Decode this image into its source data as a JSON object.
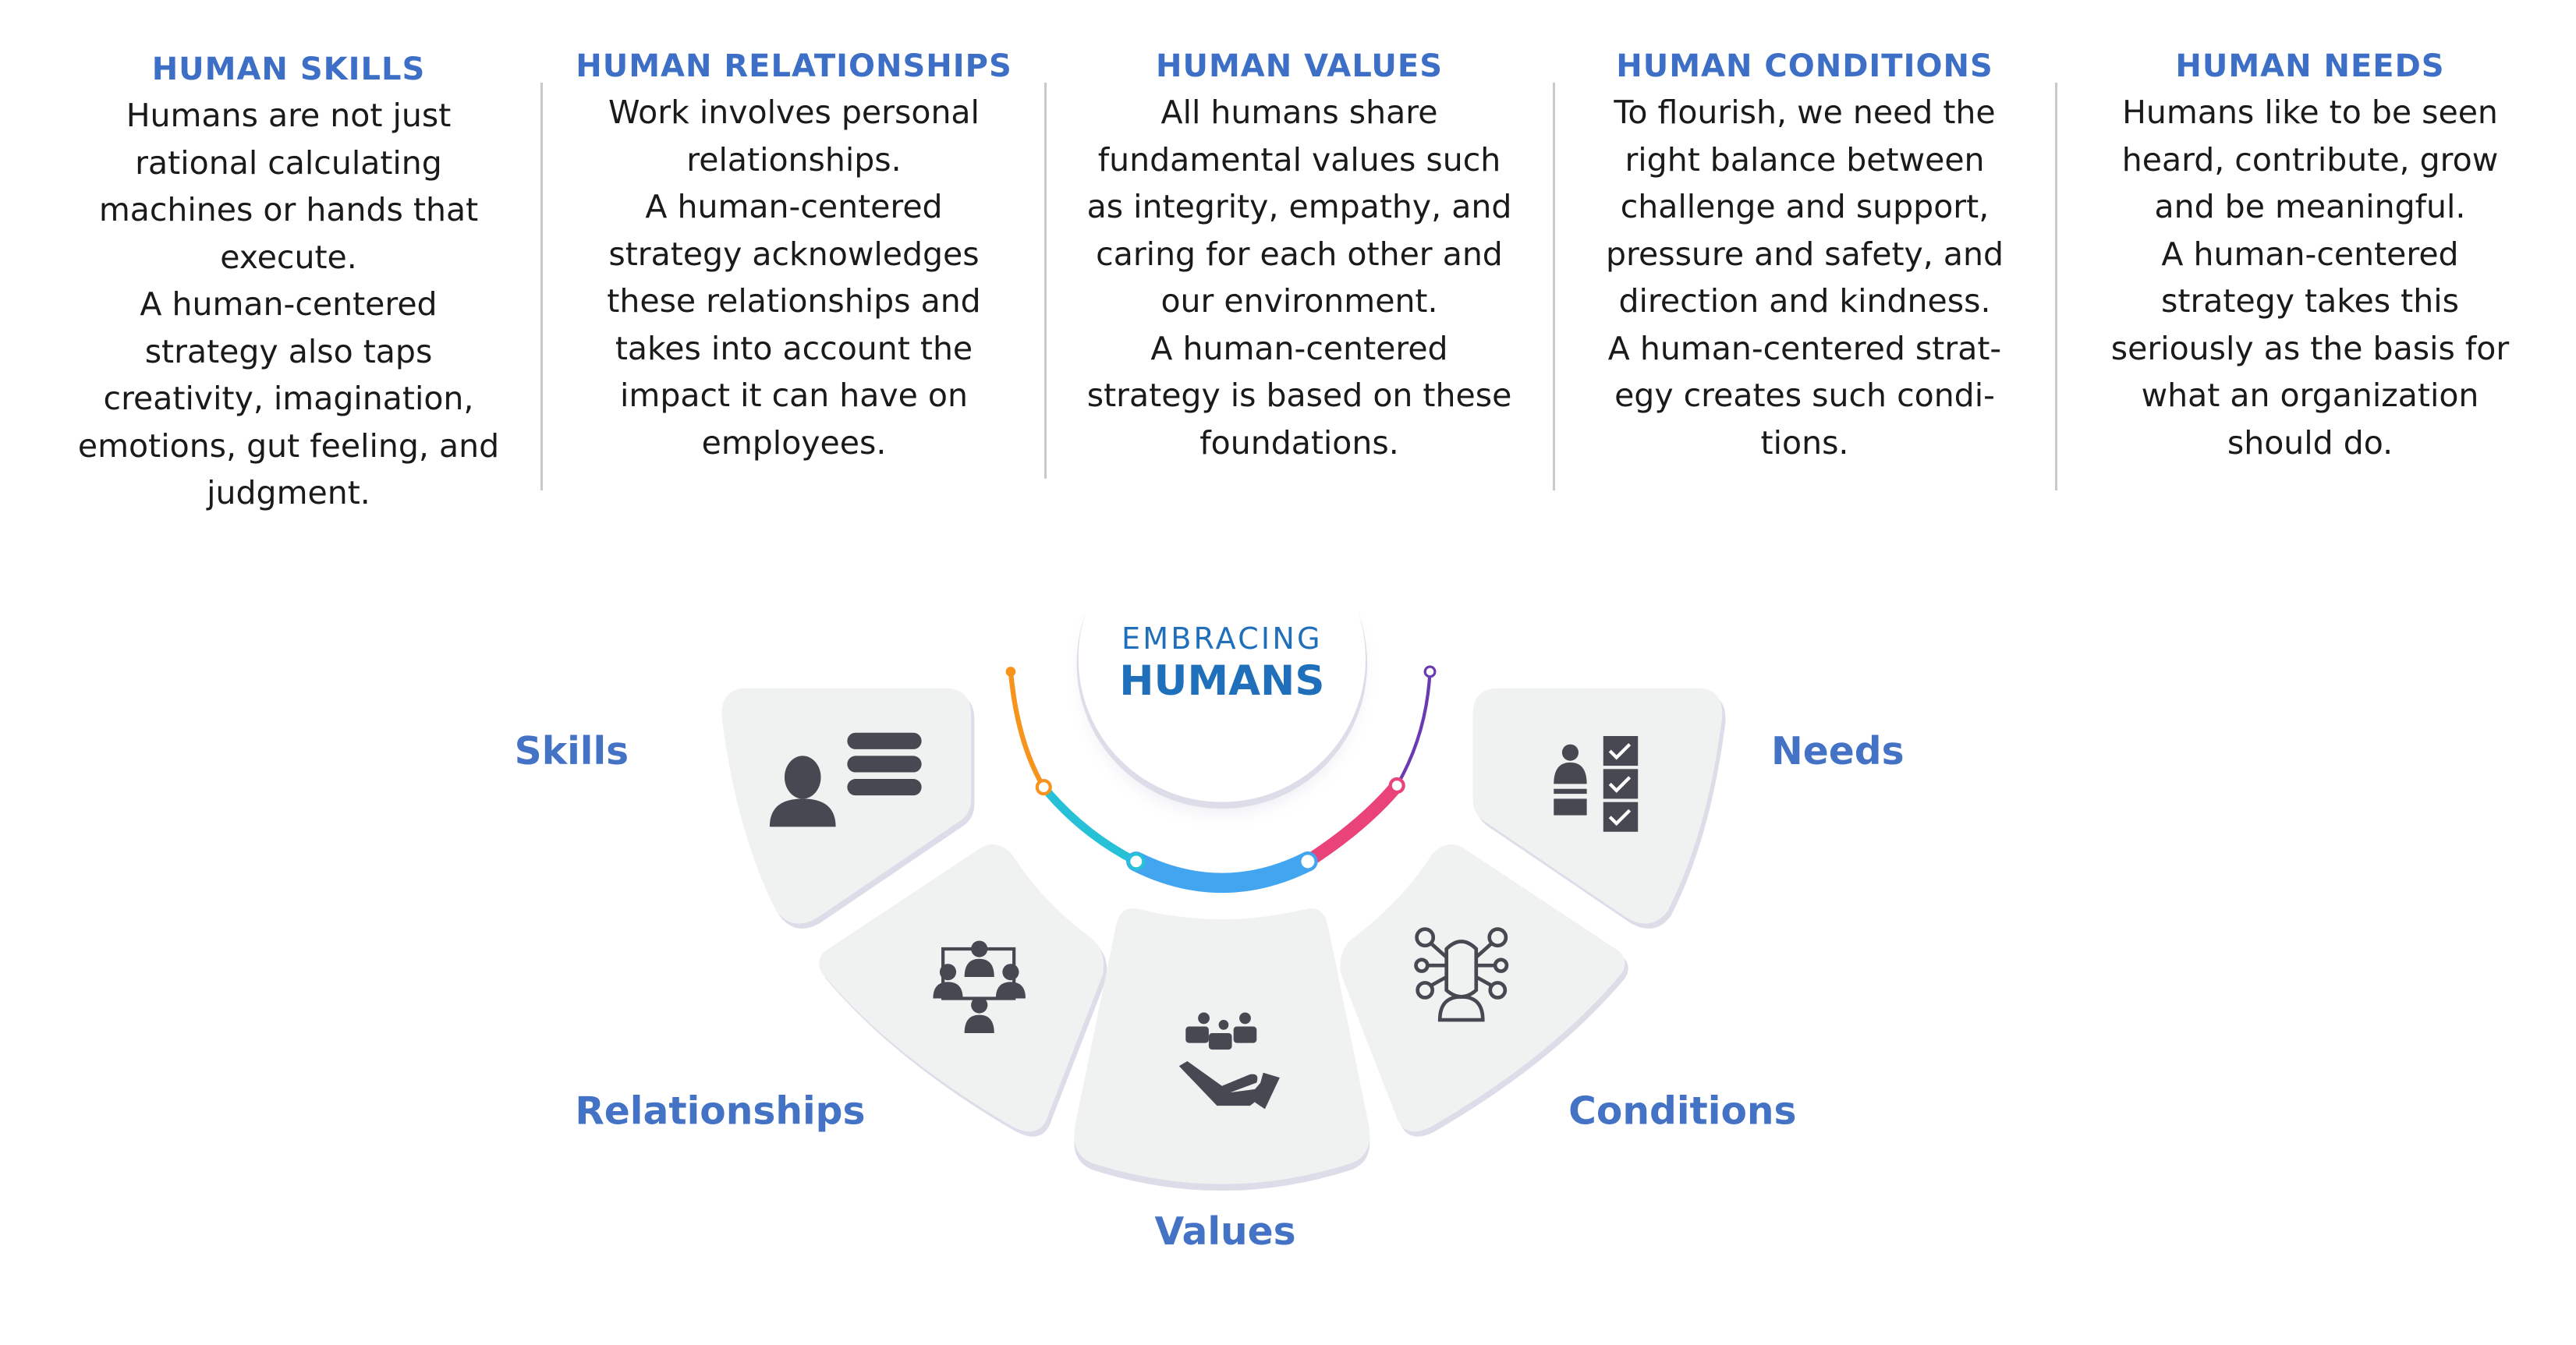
{
  "columns": [
    {
      "title": "HUMAN SKILLS",
      "lines": [
        "Humans are not just",
        "rational calculating",
        "machines or hands that",
        "execute.",
        "A human-centered",
        "strategy also taps",
        "creativity, imagination,",
        "emotions, gut feeling, and",
        "judgment."
      ]
    },
    {
      "title": "HUMAN RELATIONSHIPS",
      "lines": [
        "Work involves personal",
        "relationships.",
        "A human-centered",
        "strategy acknowledges",
        "these relationships and",
        "takes into account the",
        "impact it can have on",
        "employees."
      ]
    },
    {
      "title": "HUMAN VALUES",
      "lines": [
        "All humans share",
        "fundamental values such",
        "as integrity, empathy, and",
        "caring for each other and",
        "our environment.",
        "A human-centered",
        "strategy is based on these",
        "foundations."
      ]
    },
    {
      "title": "HUMAN CONDITIONS",
      "lines": [
        "To flourish, we need the",
        "right balance between",
        "challenge and support,",
        "pressure and safety, and",
        "direction and kindness.",
        "A human-centered strat-",
        "egy creates such condi-",
        "tions."
      ]
    },
    {
      "title": "HUMAN NEEDS",
      "lines": [
        "Humans like to be seen",
        "heard, contribute, grow",
        "and be meaningful.",
        "A human-centered",
        "strategy takes this",
        "seriously as the basis for",
        "what an organization",
        "should do."
      ]
    }
  ],
  "center": {
    "line1": "EMBRACING",
    "line2": "HUMANS"
  },
  "labels": {
    "skills": "Skills",
    "relationships": "Relationships",
    "values": "Values",
    "conditions": "Conditions",
    "needs": "Needs"
  },
  "colors": {
    "accent": "#4472c4",
    "title": "#1f6fba",
    "icon": "#474852",
    "tile": "#f0f1f1",
    "arc_orange": "#f7941d",
    "arc_cyan": "#26c1d6",
    "arc_blue": "#42a5f0",
    "arc_pink": "#ea4379",
    "arc_purple": "#6a3ab2"
  }
}
